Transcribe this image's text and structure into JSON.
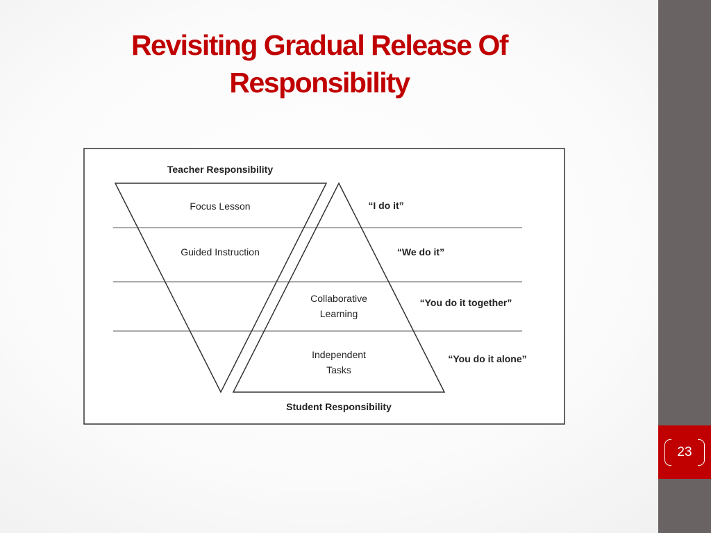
{
  "slide": {
    "title_line1": "Revisiting Gradual Release Of",
    "title_line2": "Responsibility",
    "page_number": "23"
  },
  "diagram": {
    "top_label": "Teacher Responsibility",
    "bottom_label": "Student Responsibility",
    "stages": [
      {
        "label_lines": [
          "Focus Lesson"
        ],
        "quote": "“I do it”"
      },
      {
        "label_lines": [
          "Guided Instruction"
        ],
        "quote": "“We do it”"
      },
      {
        "label_lines": [
          "Collaborative",
          "Learning"
        ],
        "quote": "“You do it together”"
      },
      {
        "label_lines": [
          "Independent",
          "Tasks"
        ],
        "quote": "“You do it alone”"
      }
    ]
  },
  "colors": {
    "title": "#c00000",
    "sidebar": "#6a6363",
    "page_box": "#c00000"
  }
}
